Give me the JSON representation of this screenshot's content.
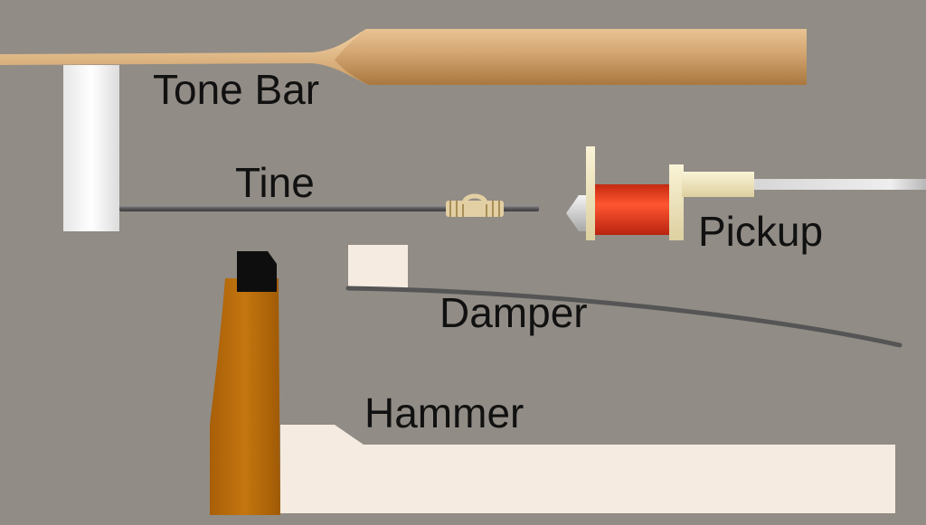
{
  "labels": {
    "tone_bar": "Tone Bar",
    "tine": "Tine",
    "pickup": "Pickup",
    "damper": "Damper",
    "hammer": "Hammer"
  },
  "colors": {
    "background": "#918c85",
    "tone_bar": "#d4a877",
    "clamp": "#f2f2f2",
    "tine_rod": "#6a6a6a",
    "tuning_spring": "#d8c49a",
    "pickup_frame": "#f0e6c0",
    "pickup_coil": "#e8401e",
    "pickup_wire": "#e0e0e0",
    "damper_felt": "#f5ebe0",
    "damper_wire": "#555555",
    "hammer_body": "#b86a0a",
    "hammer_tip": "#0e0e0e",
    "key_lever": "#f5ebe0"
  }
}
